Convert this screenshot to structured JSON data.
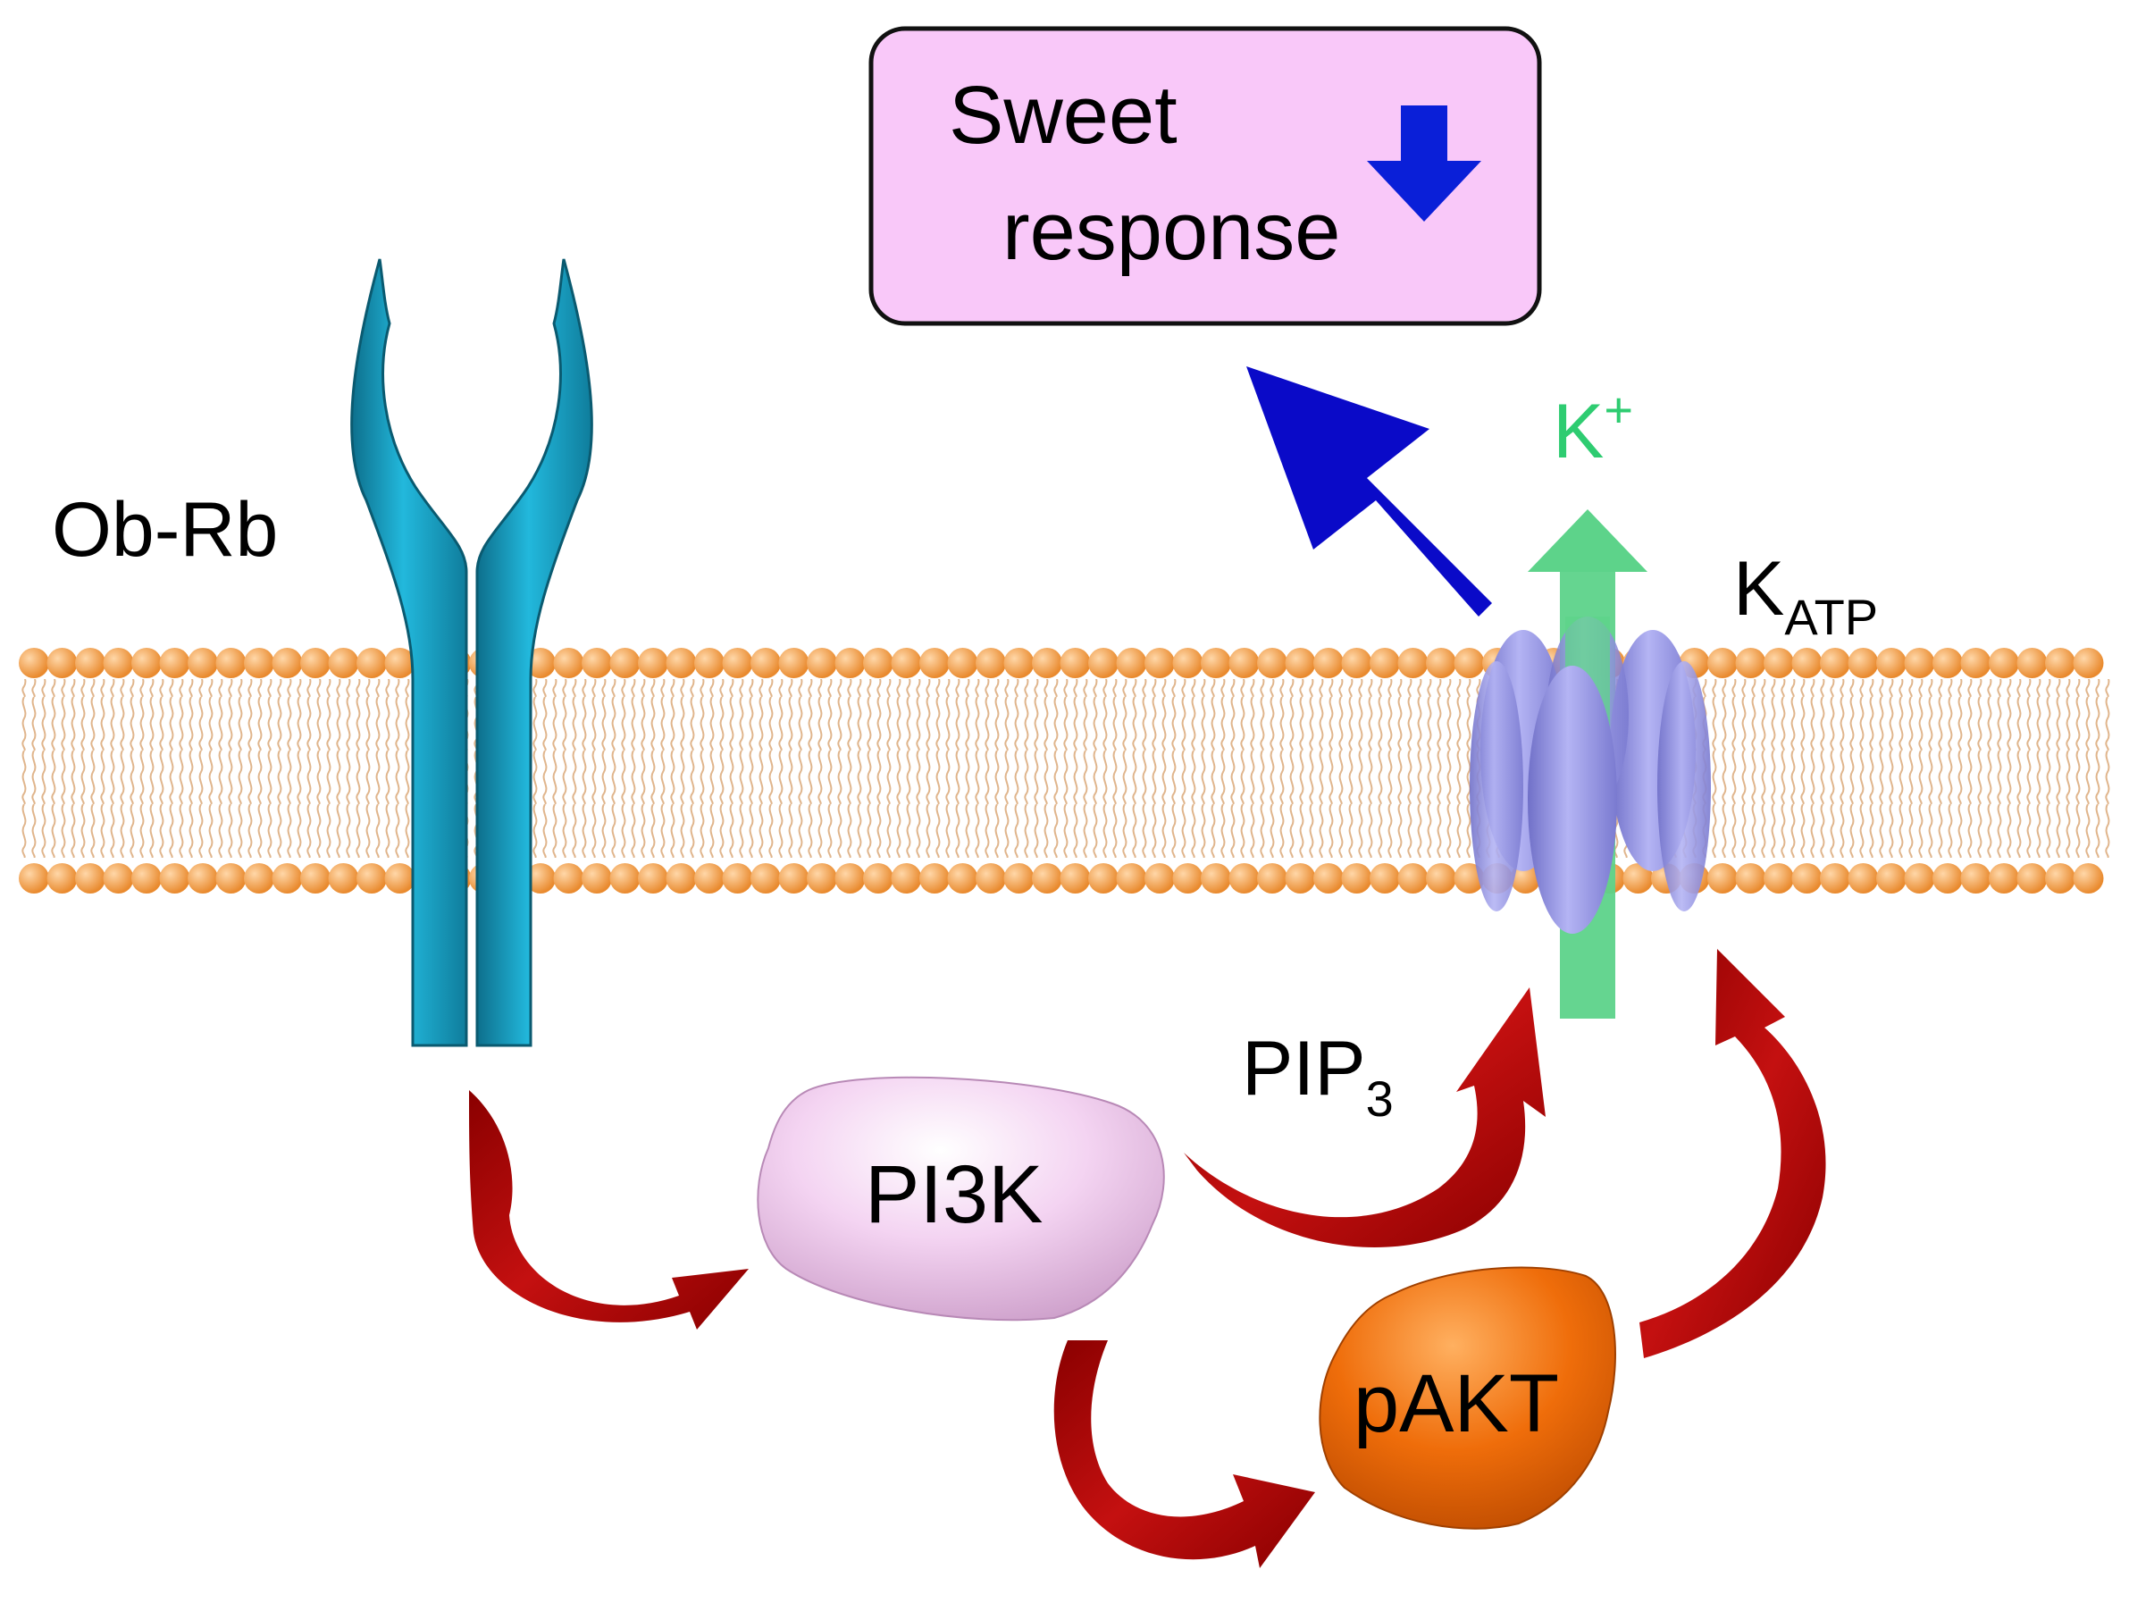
{
  "labels": {
    "response_line1": "Sweet",
    "response_line2": "response",
    "receptor": "Ob-Rb",
    "ion": "K",
    "ion_charge": "+",
    "channel": "K",
    "channel_sub": "ATP",
    "lipid": "PIP",
    "lipid_sub": "3",
    "kinase1": "PI3K",
    "kinase2": "pAKT"
  },
  "colors": {
    "response_box_fill": "#f9c8f9",
    "down_arrow": "#0a1fd8",
    "big_arrow": "#0a0ac8",
    "ion_color": "#2ecc71",
    "ion_arrow": "#5dd38a",
    "receptor": "#1aa6c8",
    "membrane_head": "#f0a050",
    "membrane_tail": "#e3b48a",
    "channel": "#8f8fe0",
    "kinase1": "#efc8ee",
    "kinase2": "#e86a0a",
    "pathway_arrow": "#a80000"
  },
  "icons": {
    "response_indicator": "down-arrow-icon"
  }
}
